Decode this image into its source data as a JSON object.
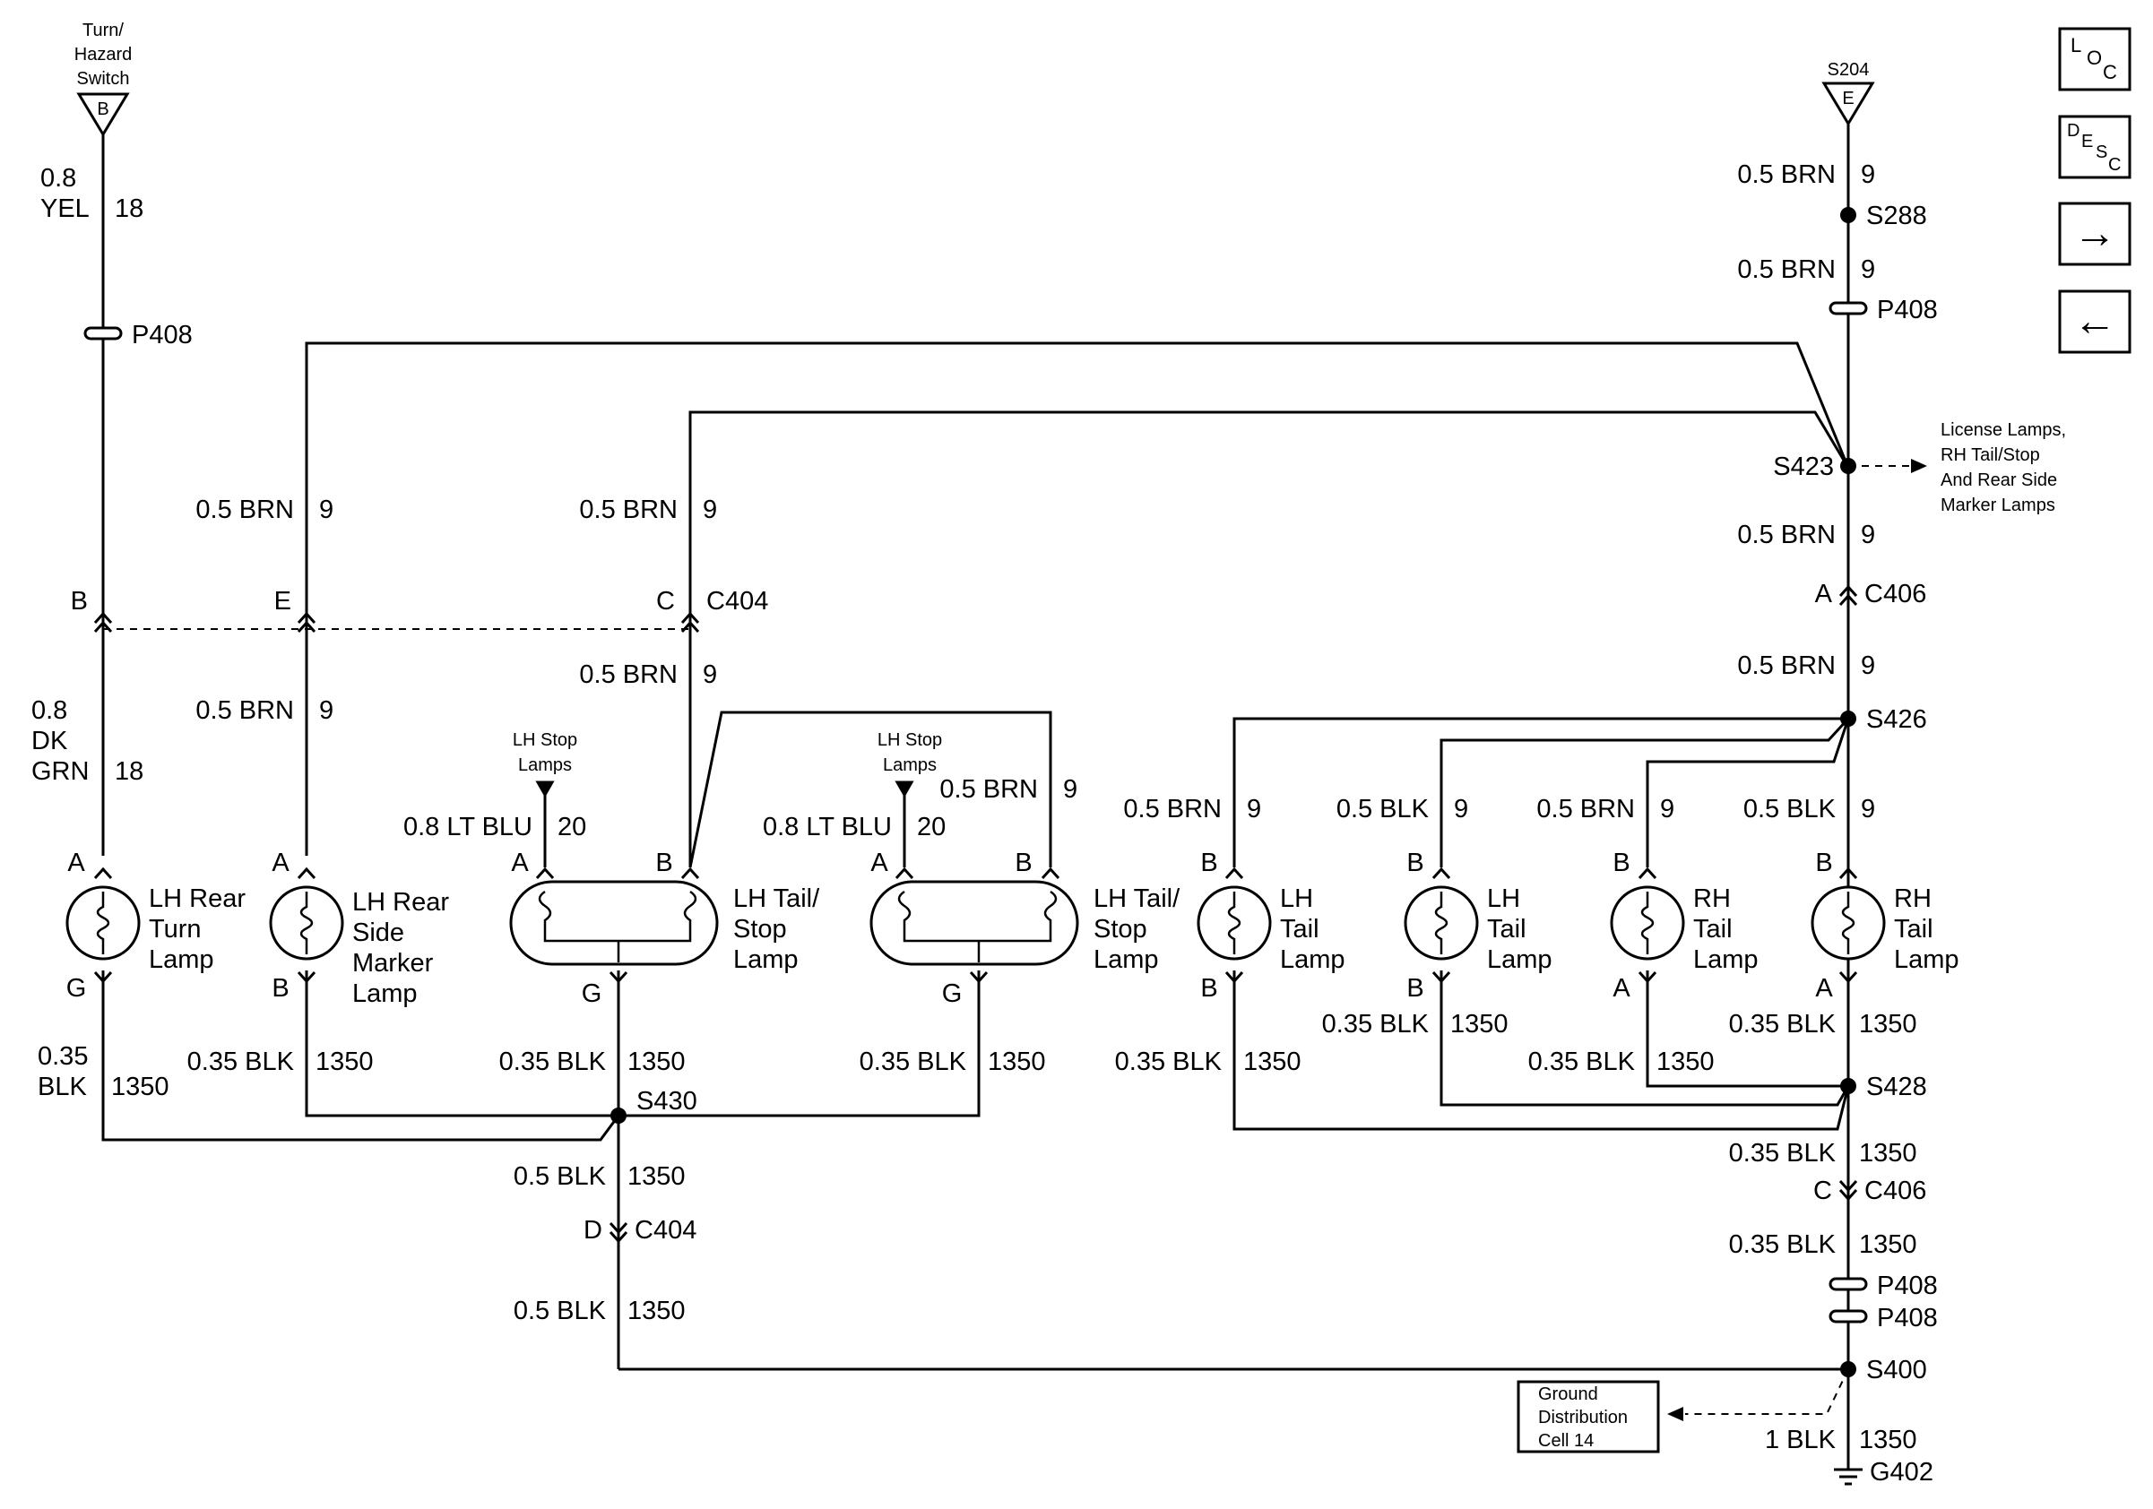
{
  "wires": {
    "turn_gauge_top": "0.8",
    "turn_color_top": "YEL",
    "turn_circuit_top": "18",
    "turn_gauge_bot": "0.8",
    "turn_color_bot_1": "DK",
    "turn_color_bot_2": "GRN",
    "turn_circuit_bot": "18",
    "brn_05": "0.5 BRN",
    "brn_circuit": "9",
    "blk_05": "0.5 BLK",
    "blk_035": "0.35 BLK",
    "blk_035_gauge": "0.35",
    "blk_word": "BLK",
    "blk_1": "1 BLK",
    "ground_circuit": "1350",
    "stop_wire": "0.8 LT BLU",
    "stop_circuit": "20"
  },
  "components": {
    "turn_switch": [
      "Turn/",
      "Hazard",
      "Switch"
    ],
    "turn_switch_pin": "B",
    "s204": "S204",
    "s204_pin": "E",
    "lh_rear_turn": [
      "LH Rear",
      "Turn",
      "Lamp"
    ],
    "lh_rear_side_marker": [
      "LH Rear",
      "Side",
      "Marker",
      "Lamp"
    ],
    "lh_tail_stop": [
      "LH Tail/",
      "Stop",
      "Lamp"
    ],
    "lh_tail": [
      "LH",
      "Tail",
      "Lamp"
    ],
    "rh_tail": [
      "RH",
      "Tail",
      "Lamp"
    ],
    "lh_stop_lamps": [
      "LH Stop",
      "Lamps"
    ],
    "license_note": [
      "License Lamps,",
      "RH Tail/Stop",
      "And Rear Side",
      "Marker Lamps"
    ],
    "ground_dist": [
      "Ground",
      "Distribution",
      "Cell 14"
    ]
  },
  "refs": {
    "p408": "P408",
    "s288": "S288",
    "s423": "S423",
    "c404": "C404",
    "c406": "C406",
    "s426": "S426",
    "s428": "S428",
    "s430": "S430",
    "s400": "S400",
    "g402": "G402"
  },
  "pins": {
    "a": "A",
    "b": "B",
    "c": "C",
    "d": "D",
    "e": "E",
    "g": "G"
  },
  "nav": {
    "loc": [
      "L",
      "O",
      "C"
    ],
    "desc": [
      "D",
      "E",
      "S",
      "C"
    ],
    "next": "→",
    "prev": "←"
  }
}
